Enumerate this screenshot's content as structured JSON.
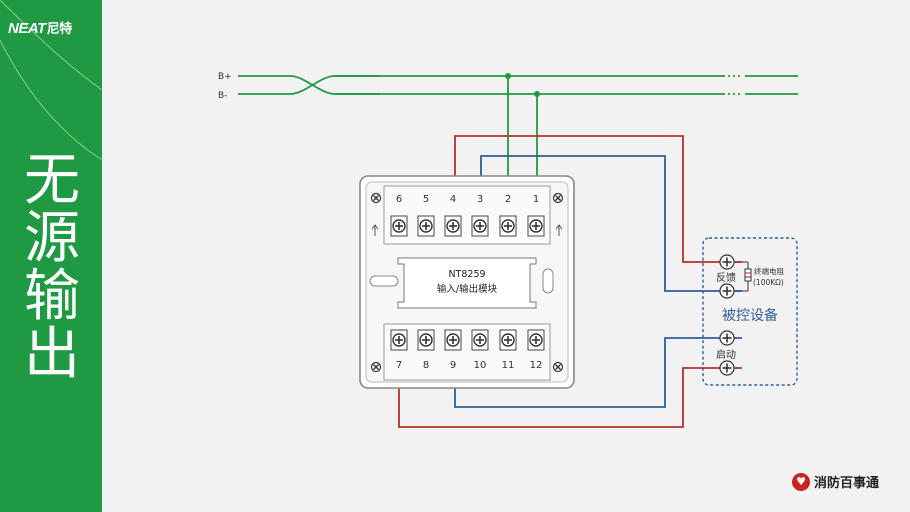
{
  "brand": {
    "latin": "NEAT",
    "cn": "尼特"
  },
  "title_chars": [
    "无",
    "源",
    "输",
    "出"
  ],
  "bus": {
    "plus": "B+",
    "minus": "B-"
  },
  "module": {
    "model": "NT8259",
    "name": "输入/输出模块",
    "top_terminals": [
      "6",
      "5",
      "4",
      "3",
      "2",
      "1"
    ],
    "bottom_terminals": [
      "7",
      "8",
      "9",
      "10",
      "11",
      "12"
    ]
  },
  "device": {
    "title": "被控设备",
    "feedback_label": "反馈",
    "start_label": "启动",
    "resistor_label_1": "终端电阻",
    "resistor_label_2": "(100KΩ)"
  },
  "watermark": {
    "text": "消防百事通",
    "logo_glyph": "♥"
  },
  "colors": {
    "green": "#1f9a43",
    "red": "#b5302a",
    "blue": "#2f5f96",
    "bg": "#f2f2f2"
  }
}
